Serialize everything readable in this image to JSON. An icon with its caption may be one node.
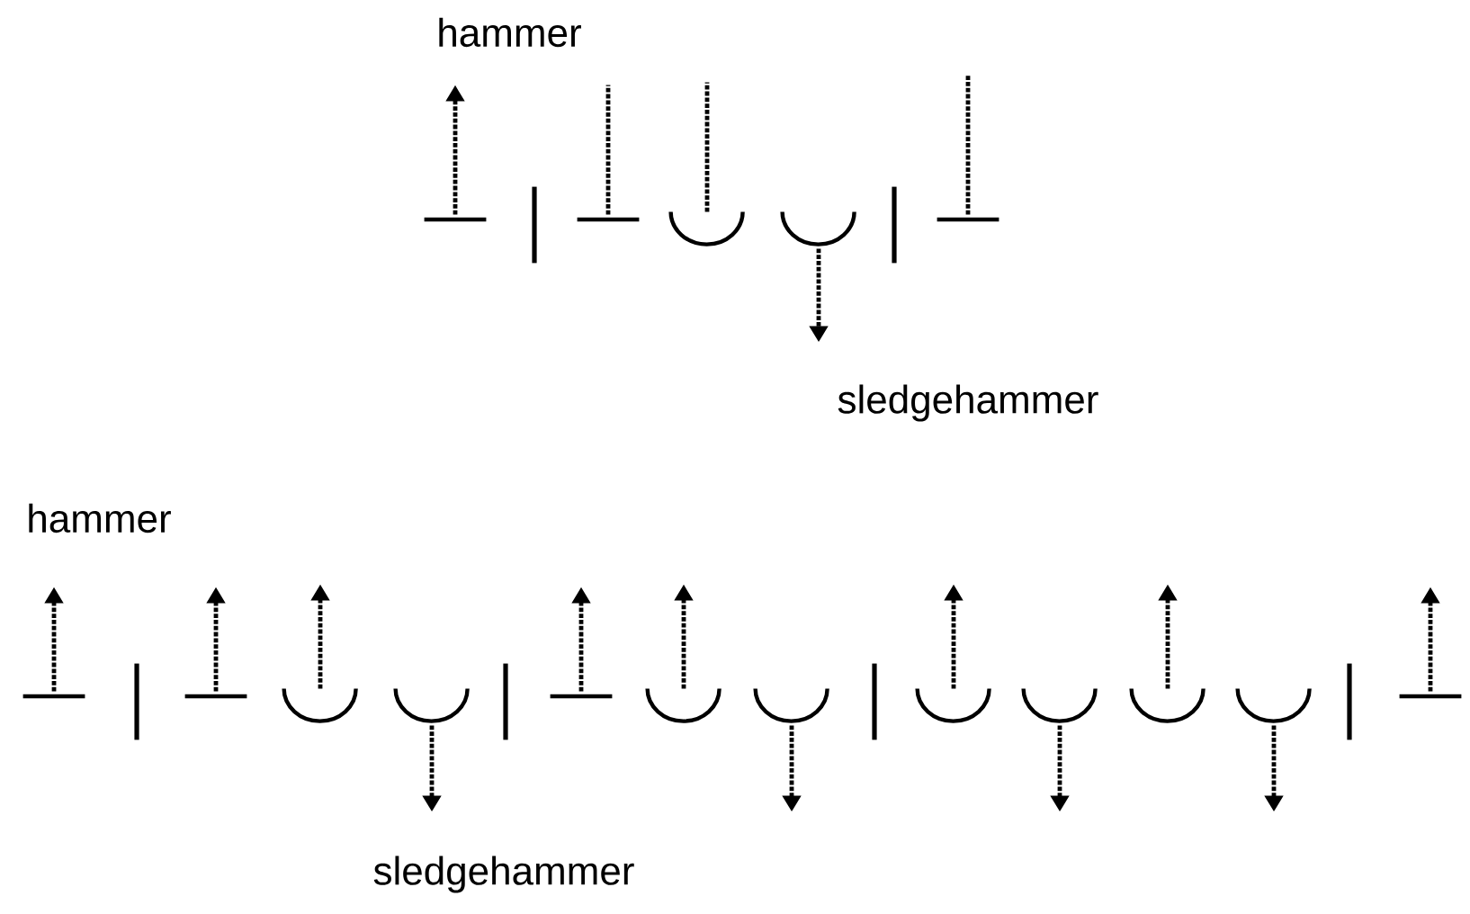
{
  "diagram": {
    "nodes": [
      {
        "text": [],
        "shape": "line"
      },
      {
        "text": [],
        "shape": "bar"
      },
      {
        "text": [],
        "shape": "line"
      },
      {
        "text": [],
        "shape": "arc"
      },
      {
        "text": [],
        "shape": "arc"
      },
      {
        "text": [],
        "shape": "bar"
      },
      {
        "text": [],
        "shape": "line"
      },
      {
        "text": [],
        "shape": "line"
      },
      {
        "text": [],
        "shape": "bar"
      },
      {
        "text": [],
        "shape": "line"
      },
      {
        "text": [],
        "shape": "arc"
      },
      {
        "text": [],
        "shape": "arc"
      },
      {
        "text": [],
        "shape": "bar"
      },
      {
        "text": [],
        "shape": "line"
      },
      {
        "text": [],
        "shape": "arc"
      },
      {
        "text": [],
        "shape": "arc"
      },
      {
        "text": [],
        "shape": "bar"
      },
      {
        "text": [],
        "shape": "arc"
      },
      {
        "text": [],
        "shape": "arc"
      },
      {
        "text": [],
        "shape": "arc"
      },
      {
        "text": [],
        "shape": "arc"
      },
      {
        "text": [],
        "shape": "bar"
      },
      {
        "text": [],
        "shape": "line"
      }
    ],
    "edges": [
      {
        "from": 0,
        "to": null,
        "arrow": "to"
      },
      {
        "from": 2,
        "to": null,
        "arrow": "none"
      },
      {
        "from": 3,
        "to": null,
        "arrow": "none"
      },
      {
        "from": 4,
        "to": null,
        "arrow": "to"
      },
      {
        "from": 6,
        "to": null,
        "arrow": "none"
      },
      {
        "from": 7,
        "to": null,
        "arrow": "to"
      },
      {
        "from": 9,
        "to": null,
        "arrow": "to"
      },
      {
        "from": 10,
        "to": null,
        "arrow": "to"
      },
      {
        "from": 11,
        "to": null,
        "arrow": "to"
      },
      {
        "from": 13,
        "to": null,
        "arrow": "to"
      },
      {
        "from": 14,
        "to": null,
        "arrow": "to"
      },
      {
        "from": 15,
        "to": null,
        "arrow": "to"
      },
      {
        "from": 17,
        "to": null,
        "arrow": "to"
      },
      {
        "from": 18,
        "to": null,
        "arrow": "to"
      },
      {
        "from": 19,
        "to": null,
        "arrow": "to"
      },
      {
        "from": 20,
        "to": null,
        "arrow": "to"
      },
      {
        "from": 22,
        "to": null,
        "arrow": "to"
      }
    ],
    "labels": [
      "hammer",
      "sledgehammer",
      "hammer",
      "sledgehammer"
    ]
  }
}
